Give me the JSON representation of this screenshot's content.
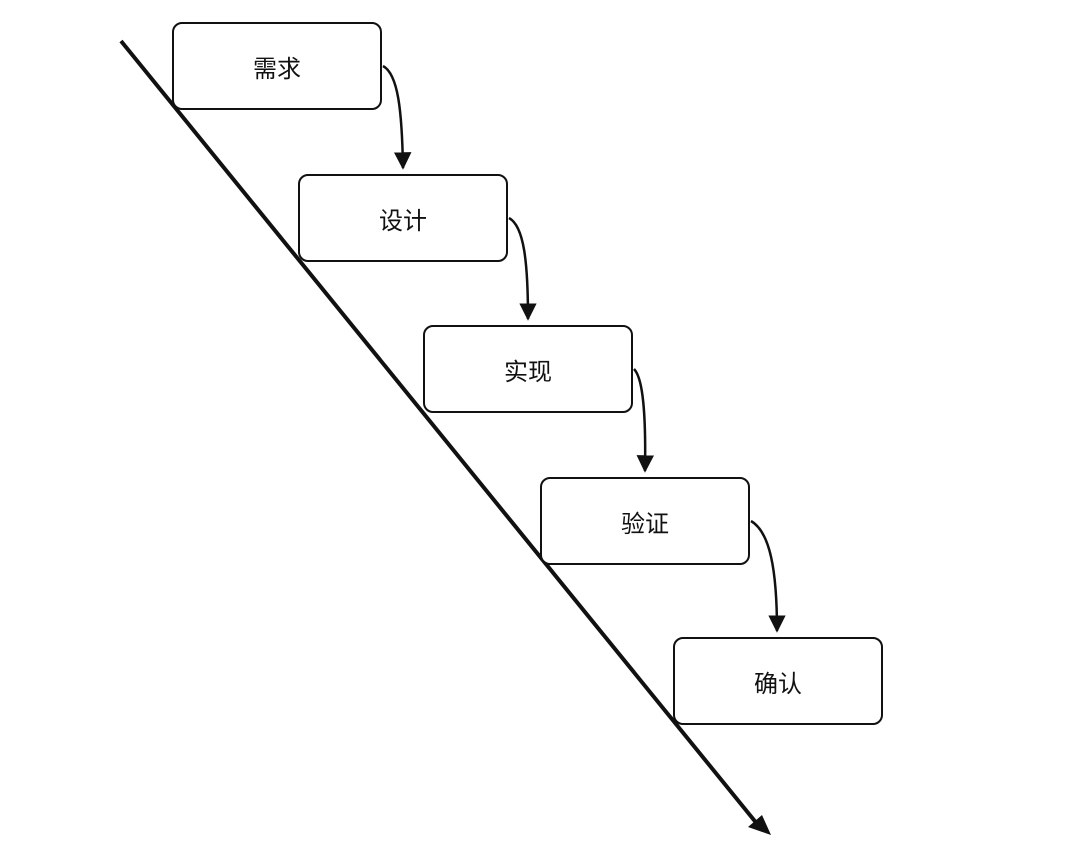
{
  "stages": [
    {
      "label": "需求"
    },
    {
      "label": "设计"
    },
    {
      "label": "实现"
    },
    {
      "label": "验证"
    },
    {
      "label": "确认"
    }
  ],
  "colors": {
    "stroke": "#111111",
    "background": "#ffffff"
  }
}
